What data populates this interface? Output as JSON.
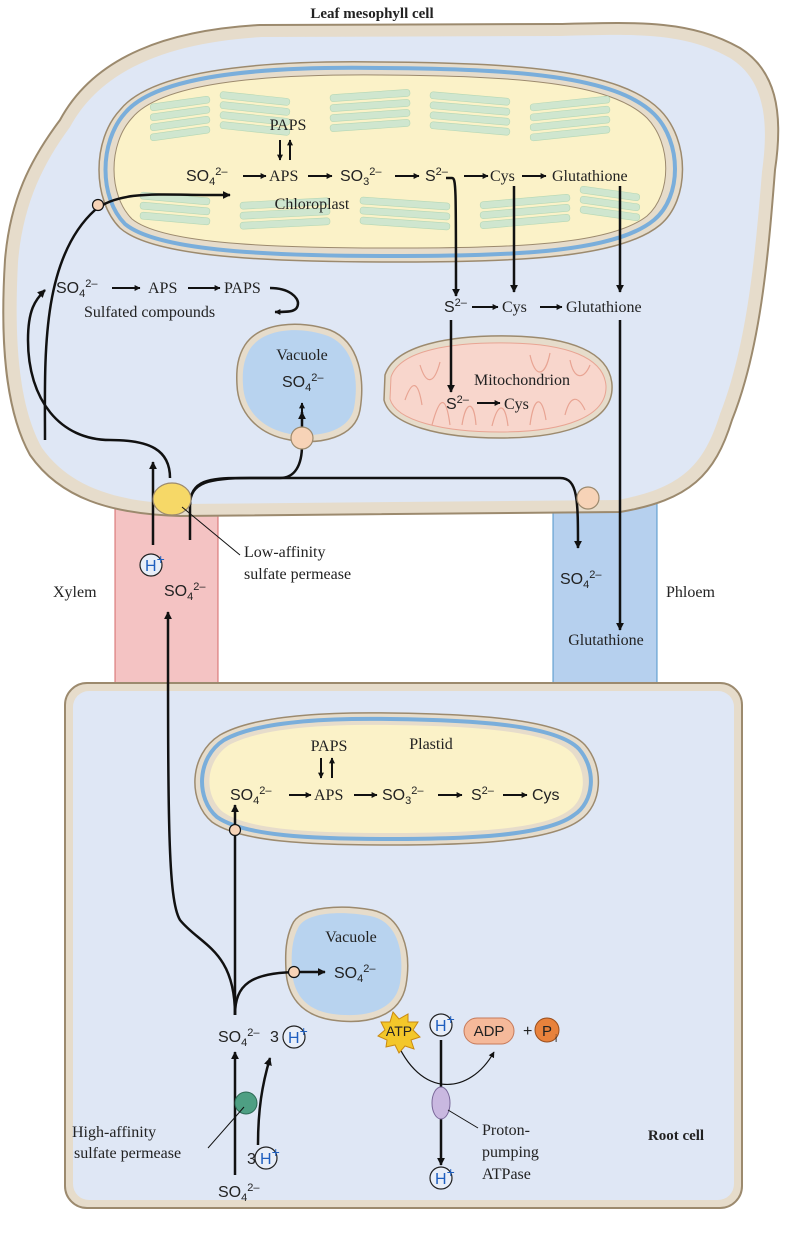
{
  "title": "Leaf mesophyll cell",
  "labels": {
    "root_cell": "Root cell",
    "xylem": "Xylem",
    "phloem": "Phloem",
    "chloroplast": "Chloroplast",
    "vacuole": "Vacuole",
    "mitochondrion": "Mitochondrion",
    "plastid": "Plastid",
    "low_affinity_1": "Low-affinity",
    "low_affinity_2": "sulfate permease",
    "high_affinity_1": "High-affinity",
    "high_affinity_2": "sulfate permease",
    "proton_1": "Proton-",
    "proton_2": "pumping",
    "proton_3": "ATPase",
    "sulfated": "Sulfated compounds",
    "glutathione": "Glutathione"
  },
  "species": {
    "sulfate": "SO",
    "sulfate_sub": "4",
    "sulfate_sup": "2–",
    "sulfite": "SO",
    "sulfite_sub": "3",
    "sulfite_sup": "2–",
    "sulfide": "S",
    "sulfide_sup": "2–",
    "aps": "APS",
    "paps": "PAPS",
    "cys": "Cys",
    "glutathione": "Glutathione",
    "h": "H",
    "plus": "+",
    "three": "3",
    "atp": "ATP",
    "adp": "ADP",
    "pi": "P",
    "pi_sub": "i",
    "plus_sign": "+"
  },
  "colors": {
    "cytoplasm": "#dfe7f5",
    "cell_wall": "#e6dccb",
    "chloroplast": "#fbf2c8",
    "thylakoid": "#cfe6cf",
    "vacuole": "#b8d3ef",
    "mitochondrion": "#f8d6cc",
    "xylem": "#f4c3c3",
    "phloem": "#b6d0ee",
    "low_affinity": "#f6d867",
    "high_affinity": "#4e9f83",
    "atpase": "#c9b8e0",
    "atp": "#f3c72a",
    "adp": "#f5b99a",
    "pi": "#e8823c",
    "transporter": "#f7d3b7"
  }
}
